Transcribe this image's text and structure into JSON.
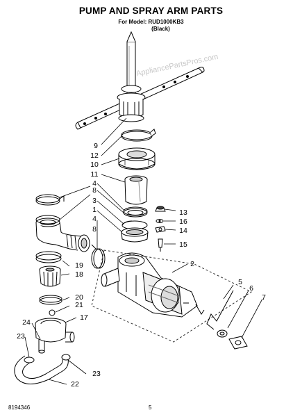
{
  "header": {
    "title": "PUMP AND SPRAY ARM PARTS",
    "model_line": "For Model: RUD1000KB3",
    "color_line": "(Black)"
  },
  "watermark": "AppliancePartsPros.com",
  "footer": {
    "doc_number": "8194346",
    "page_number": "5"
  },
  "callouts": {
    "c1": "1",
    "c2": "2",
    "c3": "3",
    "c4a": "4",
    "c4b": "4",
    "c5": "5",
    "c6": "6",
    "c7": "7",
    "c8a": "8",
    "c8b": "8",
    "c9": "9",
    "c10": "10",
    "c11": "11",
    "c12": "12",
    "c13": "13",
    "c14": "14",
    "c15": "15",
    "c16": "16",
    "c17": "17",
    "c18": "18",
    "c19": "19",
    "c20": "20",
    "c21": "21",
    "c22": "22",
    "c23a": "23",
    "c23b": "23",
    "c24": "24"
  }
}
